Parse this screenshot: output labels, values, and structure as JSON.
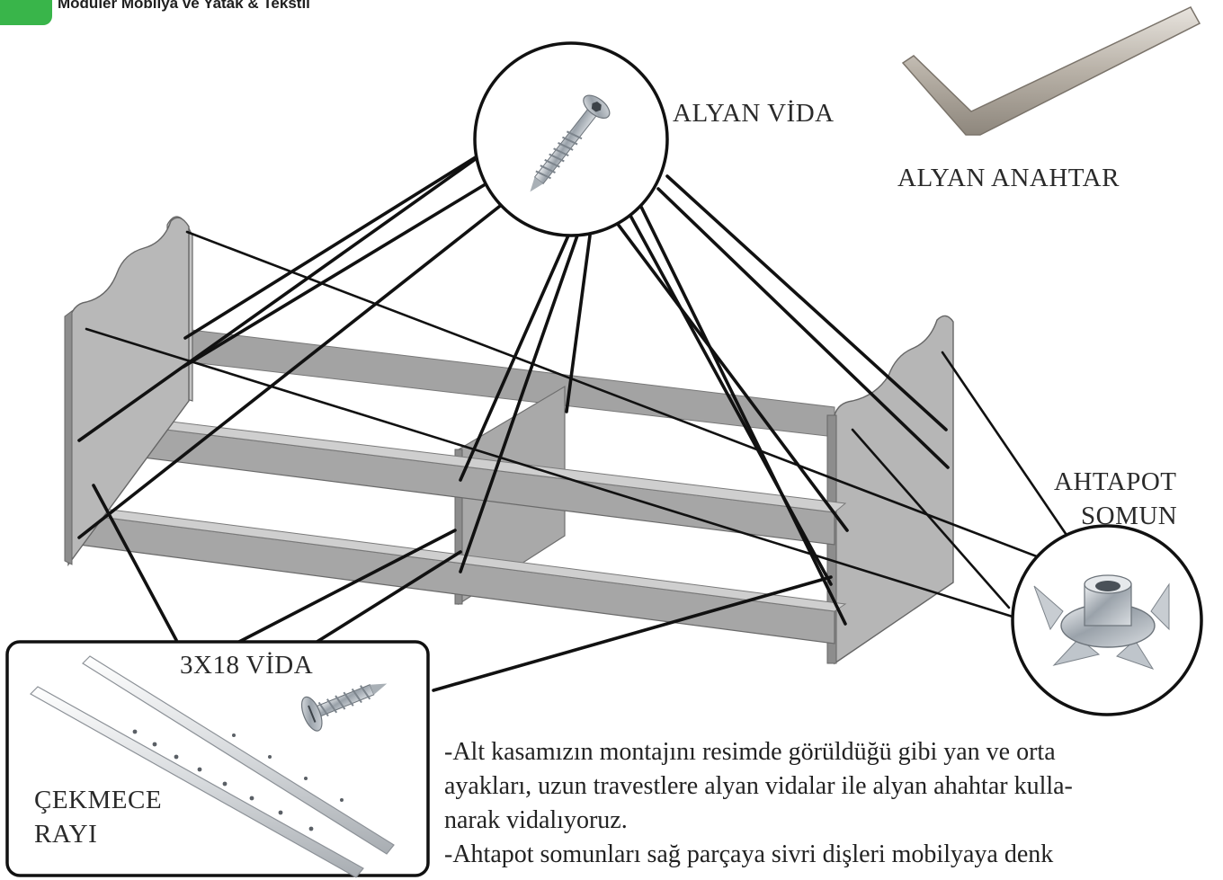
{
  "header": {
    "brand_text": "Modüler Mobilya ve Yatak & Tekstil",
    "logo_color": "#39b54a"
  },
  "labels": {
    "alyan_vida": "ALYAN VİDA",
    "alyan_anahtar": "ALYAN ANAHTAR",
    "ahtapot_somun_line1": "AHTAPOT",
    "ahtapot_somun_line2": "SOMUN",
    "vida_3x18": "3X18 VİDA",
    "cekmece_rayi_line1": "ÇEKMECE",
    "cekmece_rayi_line2": "RAYI"
  },
  "description": {
    "paragraph1_line1": "-Alt kasamızın montajını resimde görüldüğü gibi yan ve orta",
    "paragraph1_line2": "ayakları, uzun travestlere alyan vidalar ile alyan ahahtar kulla-",
    "paragraph1_line3": "narak vidalıyoruz.",
    "paragraph2_line1": "-Ahtapot somunları sağ parçaya sivri dişleri mobilyaya denk"
  },
  "icons": [
    "allen-screw-icon",
    "allen-key-icon",
    "tee-nut-icon",
    "wood-screw-icon",
    "drawer-rail-icon"
  ],
  "colors": {
    "panel_fill": "#b5b5b5",
    "panel_dark": "#8f8f8f",
    "rail_fill": "#a9a9a9",
    "leader_line": "#111111",
    "text": "#2a2a2a"
  }
}
